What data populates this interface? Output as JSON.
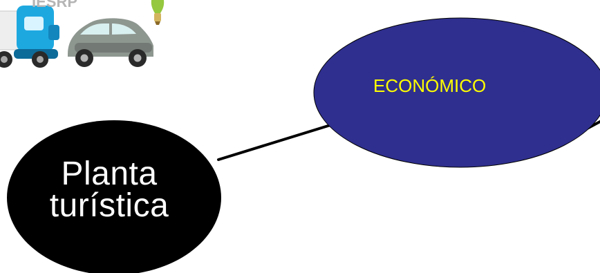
{
  "nodes": {
    "planta": {
      "line1": "Planta",
      "line2": "turística",
      "fill": "#000000",
      "text_color": "#ffffff"
    },
    "economico": {
      "label": "ECONÓMICO",
      "fill": "#2f2f8f",
      "text_color": "#ffff00"
    }
  },
  "edges": [
    {
      "from": "planta",
      "to": "economico"
    },
    {
      "from": "economico",
      "to": "offscreen-right"
    }
  ],
  "logo": {
    "text": "IESRP",
    "vehicles": [
      "truck-icon",
      "car-icon",
      "lightbulb-icon"
    ]
  }
}
